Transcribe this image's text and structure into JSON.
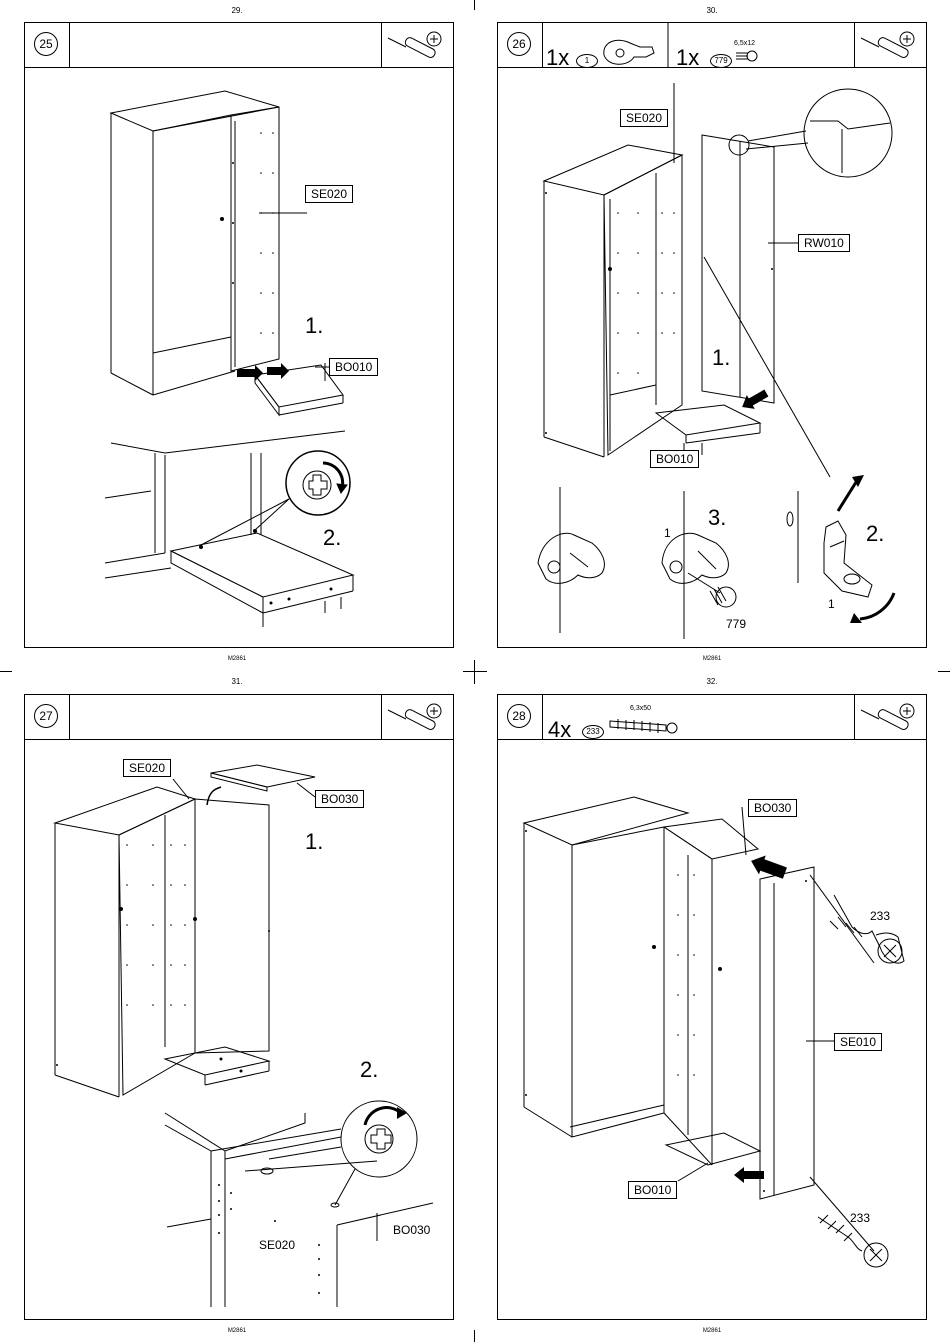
{
  "pages": [
    {
      "page_number": "29.",
      "footer": "M2861",
      "step": "25",
      "labels": {
        "a": "SE020",
        "b": "BO010"
      },
      "steps": {
        "s1": "1.",
        "s2": "2."
      }
    },
    {
      "page_number": "30.",
      "footer": "M2861",
      "step": "26",
      "parts": [
        {
          "qty": "1x",
          "code": "1"
        },
        {
          "qty": "1x",
          "code": "779",
          "size": "6,5x12"
        }
      ],
      "labels": {
        "a": "SE020",
        "b": "RW010",
        "c": "BO010"
      },
      "steps": {
        "s1": "1.",
        "s2": "2.",
        "s3": "3."
      },
      "callouts": {
        "one_a": "1",
        "one_b": "1",
        "screw": "779"
      }
    },
    {
      "page_number": "31.",
      "footer": "M2861",
      "step": "27",
      "labels": {
        "a": "SE020",
        "b": "BO030",
        "c": "BO030",
        "d": "SE020"
      },
      "steps": {
        "s1": "1.",
        "s2": "2."
      }
    },
    {
      "page_number": "32.",
      "footer": "M2861",
      "step": "28",
      "parts": [
        {
          "qty": "4x",
          "code": "233",
          "size": "6,3x50"
        }
      ],
      "labels": {
        "a": "BO030",
        "b": "SE010",
        "c": "BO010"
      },
      "callouts": {
        "d1": "233",
        "d2": "233"
      }
    }
  ],
  "icons": {
    "tool": "screwdriver-icon",
    "hardware": "cam-lock-icon"
  }
}
